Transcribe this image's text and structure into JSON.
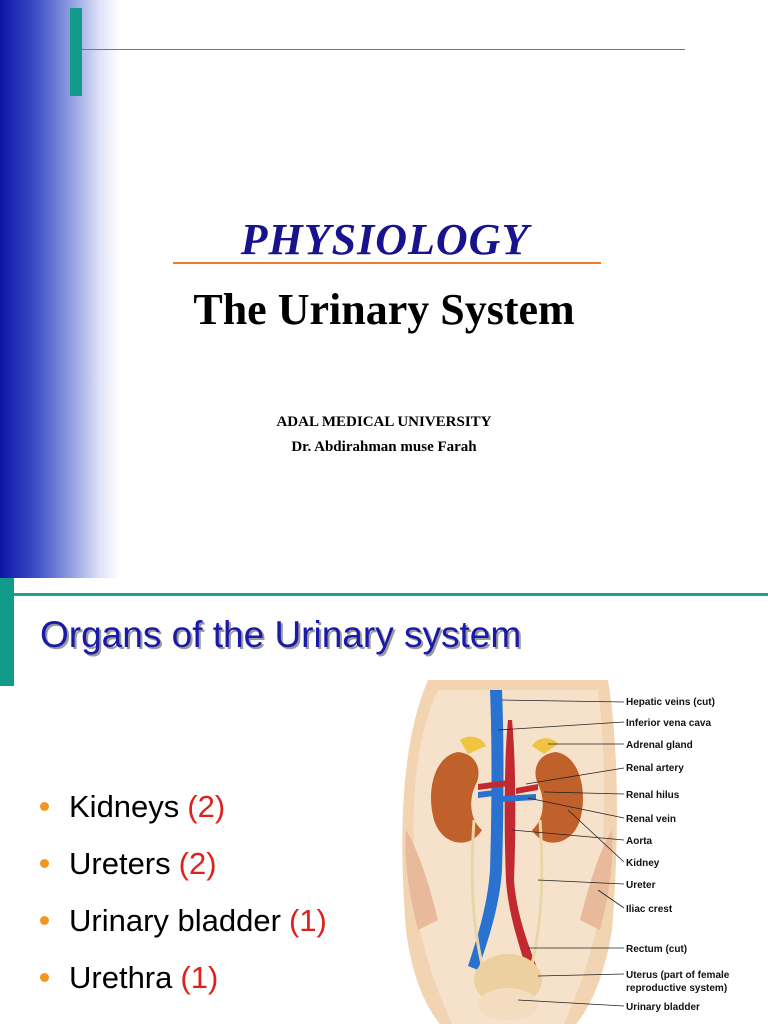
{
  "slide1": {
    "title": "PHYSIOLOGY",
    "subtitle": "The Urinary System",
    "institution": "ADAL MEDICAL UNIVERSITY",
    "author": "Dr. Abdirahman muse Farah",
    "colors": {
      "title": "#18128e",
      "accent_line": "#f07a2a",
      "teal": "#129a8a",
      "left_bar": "#0a14a0"
    }
  },
  "slide2": {
    "heading": "Organs of the Urinary system",
    "organs": [
      {
        "name": "Kidneys",
        "count": "(2)"
      },
      {
        "name": "Ureters",
        "count": "(2)"
      },
      {
        "name": "Urinary bladder",
        "count": "(1)"
      },
      {
        "name": "Urethra",
        "count": "(1)"
      }
    ],
    "figure_labels": [
      "Hepatic veins (cut)",
      "Inferior vena cava",
      "Adrenal gland",
      "Renal artery",
      "Renal hilus",
      "Renal vein",
      "Aorta",
      "Kidney",
      "Ureter",
      "Iliac crest",
      "Rectum (cut)",
      "Uterus (part of female",
      "reproductive system)",
      "Urinary bladder"
    ],
    "colors": {
      "heading": "#1a1aa8",
      "bullet": "#f29622",
      "count": "#e0201a"
    }
  }
}
